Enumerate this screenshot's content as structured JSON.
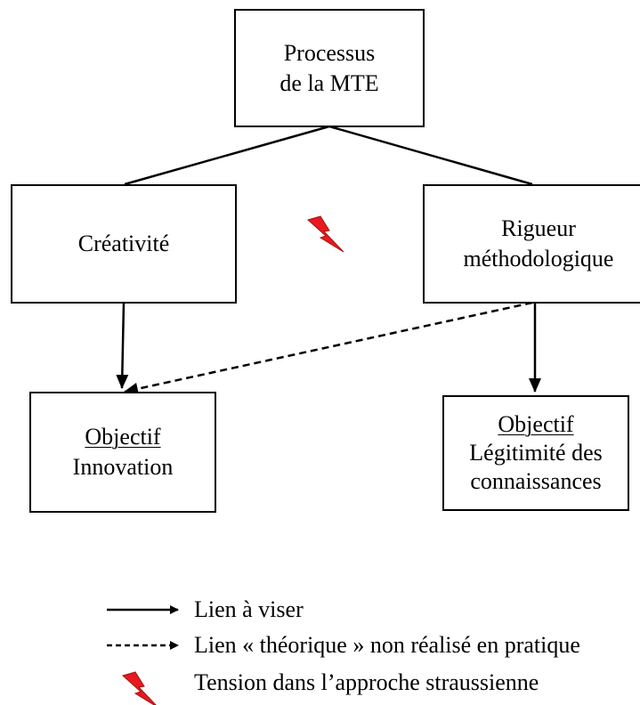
{
  "nodes": {
    "process": {
      "line1": "Processus",
      "line2": "de la MTE"
    },
    "creativity": {
      "label": "Créativité"
    },
    "rigor": {
      "line1": "Rigueur",
      "line2": "méthodologique"
    },
    "objective_innovation": {
      "heading": "Objectif",
      "text": "Innovation"
    },
    "objective_legitimacy": {
      "heading": "Objectif",
      "line1": "Légitimité des",
      "line2": "connaissances"
    }
  },
  "legend": {
    "solid": "Lien à viser",
    "dashed": "Lien « théorique » non réalisé en pratique",
    "tension": "Tension dans l’approche straussienne"
  },
  "colors": {
    "tension_icon": "#e8191f",
    "tension_icon_dark": "#a3120f"
  }
}
